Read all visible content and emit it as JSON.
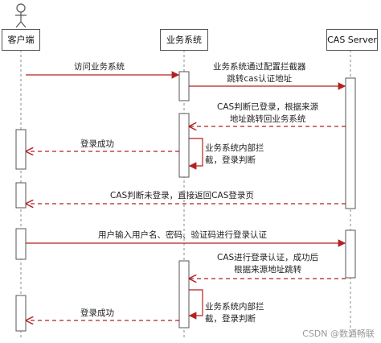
{
  "participants": {
    "client": "客户端",
    "business": "业务系统",
    "cas": "CAS Server"
  },
  "messages": [
    {
      "id": "m1",
      "text": "访问业务系统"
    },
    {
      "id": "m2",
      "text": "业务系统通过配置拦截器\n跳转cas认证地址"
    },
    {
      "id": "m3",
      "text": "CAS判断已登录，根据来源\n地址跳转回业务系统"
    },
    {
      "id": "m4",
      "text": "登录成功"
    },
    {
      "id": "m5",
      "text": "业务系统内部拦\n截，登录判断"
    },
    {
      "id": "m6",
      "text": "CAS判断未登录，直接返回CAS登录页"
    },
    {
      "id": "m7",
      "text": "用户输入用户名、密码、验证码进行登录认证"
    },
    {
      "id": "m8",
      "text": "CAS进行登录认证，成功后\n根据来源地址跳转"
    },
    {
      "id": "m9",
      "text": "业务系统内部拦\n截，登录判断"
    },
    {
      "id": "m10",
      "text": "登录成功"
    }
  ],
  "watermark": "CSDN @数通畅联",
  "colors": {
    "line": "#b22222",
    "lifeline": "#888888",
    "box": "#555555"
  }
}
